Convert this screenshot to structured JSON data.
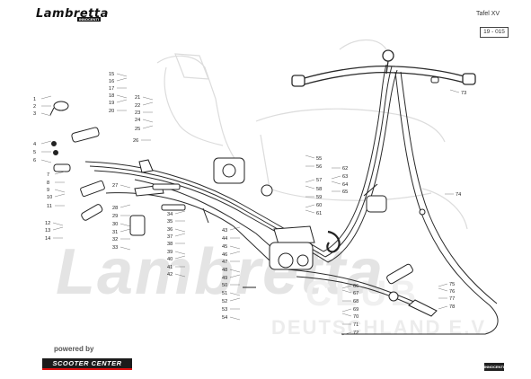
{
  "header": {
    "brand": "Lambretta",
    "brand_sub": "INNOCENTI",
    "plate": "Tafel XV",
    "code": "19 - 015"
  },
  "watermark": {
    "main": "Lambretta",
    "club": "CLUB",
    "country": "DEUTSCHLAND E.V."
  },
  "footer": {
    "powered_by": "powered by",
    "sponsor": "SCOOTER CENTER",
    "corner_logo": "INNOCENTI"
  },
  "callouts": [
    {
      "n": "1"
    },
    {
      "n": "2"
    },
    {
      "n": "3"
    },
    {
      "n": "4"
    },
    {
      "n": "5"
    },
    {
      "n": "6"
    },
    {
      "n": "7"
    },
    {
      "n": "8"
    },
    {
      "n": "9"
    },
    {
      "n": "10"
    },
    {
      "n": "11"
    },
    {
      "n": "12"
    },
    {
      "n": "13"
    },
    {
      "n": "14"
    },
    {
      "n": "15"
    },
    {
      "n": "16"
    },
    {
      "n": "17"
    },
    {
      "n": "18"
    },
    {
      "n": "19"
    },
    {
      "n": "20"
    },
    {
      "n": "21"
    },
    {
      "n": "22"
    },
    {
      "n": "23"
    },
    {
      "n": "24"
    },
    {
      "n": "25"
    },
    {
      "n": "26"
    },
    {
      "n": "27"
    },
    {
      "n": "28"
    },
    {
      "n": "29"
    },
    {
      "n": "30"
    },
    {
      "n": "31"
    },
    {
      "n": "32"
    },
    {
      "n": "33"
    },
    {
      "n": "34"
    },
    {
      "n": "35"
    },
    {
      "n": "36"
    },
    {
      "n": "37"
    },
    {
      "n": "38"
    },
    {
      "n": "39"
    },
    {
      "n": "40"
    },
    {
      "n": "41"
    },
    {
      "n": "42"
    },
    {
      "n": "43"
    },
    {
      "n": "44"
    },
    {
      "n": "45"
    },
    {
      "n": "46"
    },
    {
      "n": "47"
    },
    {
      "n": "48"
    },
    {
      "n": "49"
    },
    {
      "n": "50"
    },
    {
      "n": "51"
    },
    {
      "n": "52"
    },
    {
      "n": "53"
    },
    {
      "n": "54"
    },
    {
      "n": "55"
    },
    {
      "n": "56"
    },
    {
      "n": "57"
    },
    {
      "n": "58"
    },
    {
      "n": "59"
    },
    {
      "n": "60"
    },
    {
      "n": "61"
    },
    {
      "n": "62"
    },
    {
      "n": "63"
    },
    {
      "n": "64"
    },
    {
      "n": "65"
    },
    {
      "n": "66"
    },
    {
      "n": "67"
    },
    {
      "n": "68"
    },
    {
      "n": "69"
    },
    {
      "n": "70"
    },
    {
      "n": "71"
    },
    {
      "n": "72"
    },
    {
      "n": "73"
    },
    {
      "n": "74"
    },
    {
      "n": "75"
    },
    {
      "n": "76"
    },
    {
      "n": "77"
    },
    {
      "n": "78"
    }
  ]
}
